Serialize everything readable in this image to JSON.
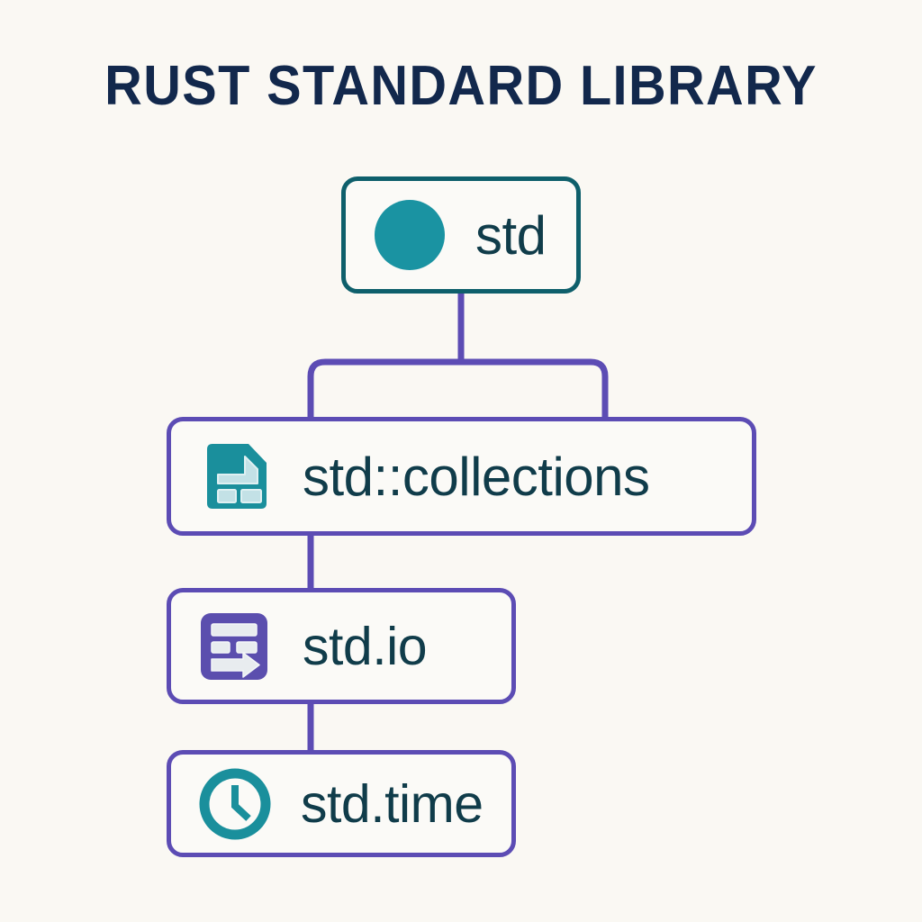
{
  "title": "RUST STANDARD LIBRARY",
  "colors": {
    "background": "#faf8f3",
    "title_text": "#12284c",
    "label_text": "#103c4a",
    "teal_border": "#0e5f6b",
    "teal_icon": "#1a93a2",
    "teal_icon_light": "#bfe0e4",
    "purple_border": "#5c4cb4",
    "purple_icon": "#5b4eae",
    "purple_icon_light": "#e6e9ef",
    "node_fill": "#fbfaf7"
  },
  "diagram": {
    "type": "tree",
    "nodes": [
      {
        "id": "std",
        "label": "std",
        "icon": "filled-circle-icon",
        "border_color": "#0e5f6b",
        "level": 0
      },
      {
        "id": "collections",
        "label": "std::collections",
        "icon": "document-grid-icon",
        "border_color": "#5c4cb4",
        "level": 1
      },
      {
        "id": "io",
        "label": "std.io",
        "icon": "io-stream-arrow-icon",
        "border_color": "#5c4cb4",
        "level": 2
      },
      {
        "id": "time",
        "label": "std.time",
        "icon": "clock-icon",
        "border_color": "#5c4cb4",
        "level": 3
      }
    ],
    "edges": [
      {
        "from": "std",
        "to": "collections"
      },
      {
        "from": "collections",
        "to": "io"
      },
      {
        "from": "io",
        "to": "time"
      }
    ]
  }
}
